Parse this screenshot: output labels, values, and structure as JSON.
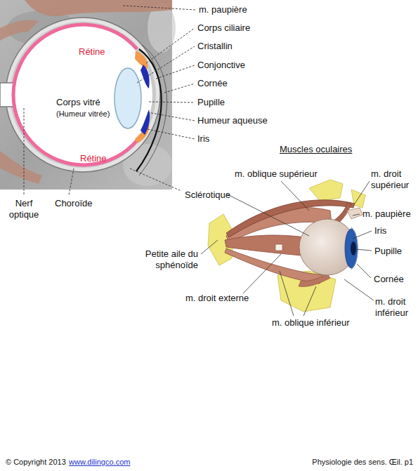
{
  "diagram": {
    "labels": [
      "m. paupière",
      "Corps ciliaire",
      "Cristallin",
      "Conjonctive",
      "Cornée",
      "Pupille",
      "Humeur aqueuse",
      "Iris",
      "Rétine",
      "Corps vitré",
      "(Humeur vitrée)",
      "Rétine",
      "Nerf optique",
      "Choroïde",
      "Sclérotique",
      "Muscles oculaires",
      "m. oblique supérieur",
      "m. droit supérieur",
      "m. paupière",
      "Iris",
      "Pupille",
      "Cornée",
      "Petite aile du sphénoïde",
      "m. droit externe",
      "m. oblique inférieur",
      "m. droit inférieur",
      "© Copyright 2013",
      "www.dilingco.com",
      "Physiologie des sens. Œil. p1"
    ]
  }
}
